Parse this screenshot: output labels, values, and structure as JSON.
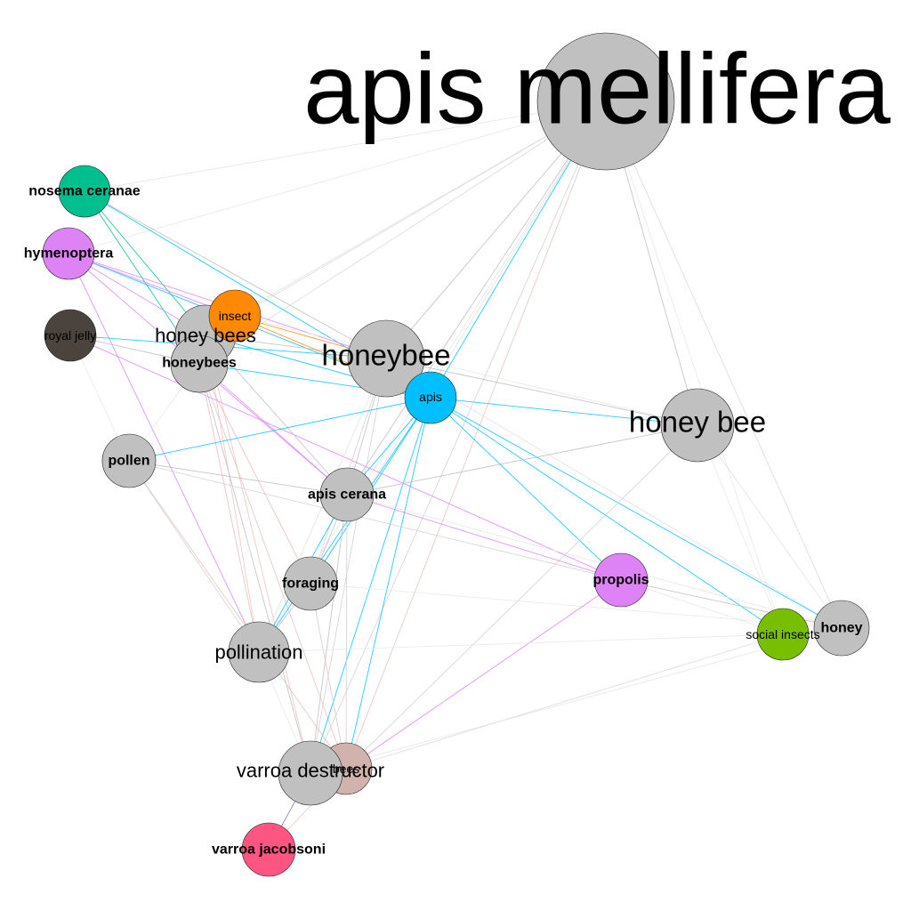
{
  "graph": {
    "nodes": [
      {
        "id": "apis-mellifera",
        "label": "apis mellifera",
        "color": "#c0c0c0",
        "weight": "huge"
      },
      {
        "id": "nosema-ceranae",
        "label": "nosema ceranae",
        "color": "#00bf8f",
        "weight": "small-bold"
      },
      {
        "id": "hymenoptera",
        "label": "hymenoptera",
        "color": "#de83f5",
        "weight": "small-bold"
      },
      {
        "id": "royal-jelly",
        "label": "royal jelly",
        "color": "#4a433e",
        "weight": "tiny"
      },
      {
        "id": "honey-bees",
        "label": "honey bees",
        "color": "#c0c0c0",
        "weight": "medium"
      },
      {
        "id": "insect",
        "label": "insect",
        "color": "#ff8900",
        "weight": "tiny"
      },
      {
        "id": "honeybees",
        "label": "honeybees",
        "color": "#c0c0c0",
        "weight": "small-bold"
      },
      {
        "id": "honeybee",
        "label": "honeybee",
        "color": "#c0c0c0",
        "weight": "large"
      },
      {
        "id": "apis",
        "label": "apis",
        "color": "#00bfff",
        "weight": "tiny"
      },
      {
        "id": "honey-bee",
        "label": "honey bee",
        "color": "#c0c0c0",
        "weight": "large"
      },
      {
        "id": "pollen",
        "label": "pollen",
        "color": "#c0c0c0",
        "weight": "small-bold"
      },
      {
        "id": "apis-cerana",
        "label": "apis cerana",
        "color": "#c0c0c0",
        "weight": "small-bold"
      },
      {
        "id": "foraging",
        "label": "foraging",
        "color": "#c0c0c0",
        "weight": "small-bold"
      },
      {
        "id": "propolis",
        "label": "propolis",
        "color": "#de83f5",
        "weight": "small-bold"
      },
      {
        "id": "pollination",
        "label": "pollination",
        "color": "#c0c0c0",
        "weight": "medium"
      },
      {
        "id": "social-insects",
        "label": "social insects",
        "color": "#77bf00",
        "weight": "tiny"
      },
      {
        "id": "honey",
        "label": "honey",
        "color": "#c0c0c0",
        "weight": "small-bold"
      },
      {
        "id": "bees",
        "label": "bees",
        "color": "#d2b2ac",
        "weight": "tiny"
      },
      {
        "id": "varroa-destructor",
        "label": "varroa destructor",
        "color": "#c0c0c0",
        "weight": "medium"
      },
      {
        "id": "varroa-jacobsoni",
        "label": "varroa jacobsoni",
        "color": "#ff5583",
        "weight": "small-bold"
      }
    ],
    "edges": [
      [
        "apis-mellifera",
        "honeybee",
        "#bdbdbd"
      ],
      [
        "apis-mellifera",
        "apis",
        "#00bfff"
      ],
      [
        "apis-mellifera",
        "honey-bee",
        "#bdbdbd"
      ],
      [
        "apis-mellifera",
        "honey",
        "#d8d8d8"
      ],
      [
        "apis-mellifera",
        "apis-cerana",
        "#bdbdbd"
      ],
      [
        "apis-mellifera",
        "honey-bees",
        "#d8d8d8"
      ],
      [
        "apis-mellifera",
        "honeybees",
        "#d8d8d8"
      ],
      [
        "apis-mellifera",
        "nosema-ceranae",
        "#e2e2e2"
      ],
      [
        "apis-mellifera",
        "hymenoptera",
        "#e6e6e6"
      ],
      [
        "apis-mellifera",
        "varroa-destructor",
        "#d0d0d0"
      ],
      [
        "apis-mellifera",
        "foraging",
        "#e0e0e0"
      ],
      [
        "apis-mellifera",
        "pollination",
        "#e4e4e4"
      ],
      [
        "apis-mellifera",
        "insect",
        "#e0e0e0"
      ],
      [
        "apis-mellifera",
        "social-insects",
        "#e6e6e6"
      ],
      [
        "apis-mellifera",
        "bees",
        "#e4c2bd"
      ],
      [
        "nosema-ceranae",
        "apis",
        "#00bfff"
      ],
      [
        "nosema-ceranae",
        "honeybee",
        "#bdbdbd"
      ],
      [
        "nosema-ceranae",
        "honeybees",
        "#00bf8f"
      ],
      [
        "nosema-ceranae",
        "honey-bees",
        "#00bf8f"
      ],
      [
        "hymenoptera",
        "honeybee",
        "#de83f5"
      ],
      [
        "hymenoptera",
        "honey-bees",
        "#de83f5"
      ],
      [
        "hymenoptera",
        "apis-cerana",
        "#de83f5"
      ],
      [
        "hymenoptera",
        "apis",
        "#00bfff"
      ],
      [
        "hymenoptera",
        "insect",
        "#de83f5"
      ],
      [
        "hymenoptera",
        "pollination",
        "#de83f5"
      ],
      [
        "royal-jelly",
        "honeybee",
        "#00bfff"
      ],
      [
        "royal-jelly",
        "honeybees",
        "#bdbdbd"
      ],
      [
        "royal-jelly",
        "propolis",
        "#de83f5"
      ],
      [
        "royal-jelly",
        "pollen",
        "#e6e6e6"
      ],
      [
        "honey-bees",
        "honeybee",
        "#bdbdbd"
      ],
      [
        "honey-bees",
        "apis",
        "#00bfff"
      ],
      [
        "honey-bees",
        "honeybees",
        "#bdbdbd"
      ],
      [
        "honey-bees",
        "pollination",
        "#f0c0c0"
      ],
      [
        "honey-bees",
        "varroa-destructor",
        "#f0c0c0"
      ],
      [
        "honey-bees",
        "apis-cerana",
        "#bdbdbd"
      ],
      [
        "insect",
        "honeybee",
        "#ff8900"
      ],
      [
        "insect",
        "apis",
        "#ff8900"
      ],
      [
        "insect",
        "honeybees",
        "#ff8900"
      ],
      [
        "insect",
        "honey-bee",
        "#e8e8e8"
      ],
      [
        "honeybees",
        "apis-cerana",
        "#de83f5"
      ],
      [
        "honeybees",
        "pollination",
        "#f0b8b8"
      ],
      [
        "honeybees",
        "foraging",
        "#f0b8b8"
      ],
      [
        "honeybees",
        "varroa-destructor",
        "#bdbdbd"
      ],
      [
        "honeybees",
        "bees",
        "#e4c2bd"
      ],
      [
        "honeybees",
        "pollen",
        "#e6e6e6"
      ],
      [
        "honeybees",
        "apis",
        "#00bfff"
      ],
      [
        "honeybee",
        "apis",
        "#bdbdbd"
      ],
      [
        "honeybee",
        "honey-bee",
        "#bdbdbd"
      ],
      [
        "honeybee",
        "apis-cerana",
        "#bdbdbd"
      ],
      [
        "honeybee",
        "foraging",
        "#d0d0d0"
      ],
      [
        "honeybee",
        "varroa-destructor",
        "#d0d0d0"
      ],
      [
        "honeybee",
        "pollination",
        "#e0e0e0"
      ],
      [
        "honeybee",
        "honey",
        "#e0e0e0"
      ],
      [
        "apis",
        "honey-bee",
        "#00bfff"
      ],
      [
        "apis",
        "pollen",
        "#00bfff"
      ],
      [
        "apis",
        "apis-cerana",
        "#00bfff"
      ],
      [
        "apis",
        "foraging",
        "#00bfff"
      ],
      [
        "apis",
        "propolis",
        "#00bfff"
      ],
      [
        "apis",
        "varroa-destructor",
        "#00bfff"
      ],
      [
        "apis",
        "bees",
        "#00bfff"
      ],
      [
        "apis",
        "honey",
        "#00bfff"
      ],
      [
        "apis",
        "social-insects",
        "#00bfff"
      ],
      [
        "apis",
        "pollination",
        "#00bfff"
      ],
      [
        "honey-bee",
        "apis-cerana",
        "#bdbdbd"
      ],
      [
        "honey-bee",
        "bees",
        "#d0d0d0"
      ],
      [
        "honey-bee",
        "honey",
        "#e0e0e0"
      ],
      [
        "honey-bee",
        "social-insects",
        "#e6e6e6"
      ],
      [
        "pollen",
        "apis-cerana",
        "#bdbdbd"
      ],
      [
        "pollen",
        "pollination",
        "#d0d0d0"
      ],
      [
        "pollen",
        "propolis",
        "#d0d0d0"
      ],
      [
        "pollen",
        "bees",
        "#e4c2bd"
      ],
      [
        "apis-cerana",
        "propolis",
        "#de83f5"
      ],
      [
        "apis-cerana",
        "foraging",
        "#bdbdbd"
      ],
      [
        "apis-cerana",
        "pollination",
        "#00bfff"
      ],
      [
        "apis-cerana",
        "varroa-destructor",
        "#bdbdbd"
      ],
      [
        "apis-cerana",
        "bees",
        "#d0d0d0"
      ],
      [
        "apis-cerana",
        "honey",
        "#e4e4e4"
      ],
      [
        "foraging",
        "pollination",
        "#bdbdbd"
      ],
      [
        "foraging",
        "bees",
        "#e4c2bd"
      ],
      [
        "foraging",
        "honey",
        "#e8e8e8"
      ],
      [
        "propolis",
        "honey",
        "#bdbdbd"
      ],
      [
        "propolis",
        "bees",
        "#de83f5"
      ],
      [
        "propolis",
        "social-insects",
        "#e4e4e4"
      ],
      [
        "pollination",
        "social-insects",
        "#e8e8e8"
      ],
      [
        "pollination",
        "varroa-destructor",
        "#e4e4e4"
      ],
      [
        "social-insects",
        "bees",
        "#d8d8d8"
      ],
      [
        "social-insects",
        "honey",
        "#d0d0d0"
      ],
      [
        "varroa-destructor",
        "bees",
        "#d2b2ac"
      ],
      [
        "varroa-destructor",
        "varroa-jacobsoni",
        "#7a78b8"
      ],
      [
        "bees",
        "varroa-jacobsoni",
        "#e4c2bd"
      ],
      [
        "honey",
        "varroa-destructor",
        "#e4e4e4"
      ]
    ]
  }
}
